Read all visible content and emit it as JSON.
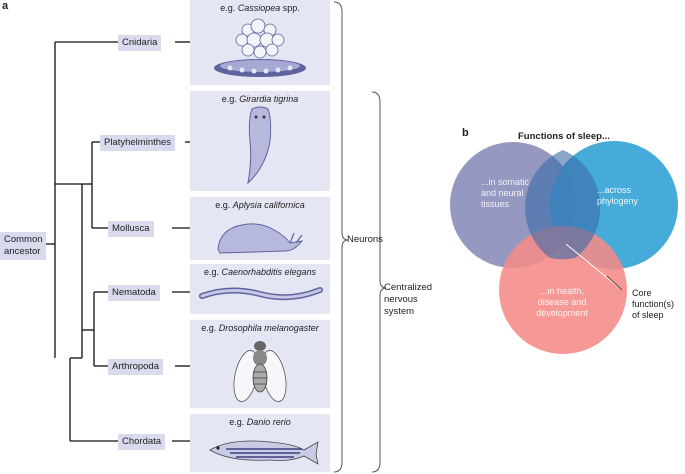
{
  "panel_a": {
    "letter": "a",
    "root": "Common ancestor",
    "taxa": [
      {
        "id": "cnidaria",
        "label": "Cnidaria",
        "example_prefix": "e.g. ",
        "example_species": "Cassiopea",
        "example_suffix": " spp."
      },
      {
        "id": "platyhelminthes",
        "label": "Platyhelminthes",
        "example_prefix": "e.g. ",
        "example_species": "Girardia tigrina",
        "example_suffix": ""
      },
      {
        "id": "mollusca",
        "label": "Mollusca",
        "example_prefix": "e.g. ",
        "example_species": "Aplysia californica",
        "example_suffix": ""
      },
      {
        "id": "nematoda",
        "label": "Nematoda",
        "example_prefix": "e.g. ",
        "example_species": "Caenorhabditis elegans",
        "example_suffix": ""
      },
      {
        "id": "arthropoda",
        "label": "Arthropoda",
        "example_prefix": "e.g. ",
        "example_species": "Drosophila melanogaster",
        "example_suffix": ""
      },
      {
        "id": "chordata",
        "label": "Chordata",
        "example_prefix": "e.g. ",
        "example_species": "Danio rerio",
        "example_suffix": ""
      }
    ],
    "brackets": {
      "neurons": "Neurons",
      "cns": "Centralized nervous system"
    }
  },
  "panel_b": {
    "letter": "b",
    "title": "Functions of sleep...",
    "circles": [
      {
        "id": "somatic",
        "label": "...in somatic and neural tissues",
        "color": "#8f92bd"
      },
      {
        "id": "phylogeny",
        "label": "...across phylogeny",
        "color": "#3da6d7"
      },
      {
        "id": "health",
        "label": "...in health, disease and development",
        "color": "#f58a88"
      }
    ],
    "center_label": "Core function(s) of sleep"
  },
  "colors": {
    "taxon_fill": "#d9daee",
    "card_fill": "#e5e6f3",
    "illustration": "#5e63a0"
  }
}
